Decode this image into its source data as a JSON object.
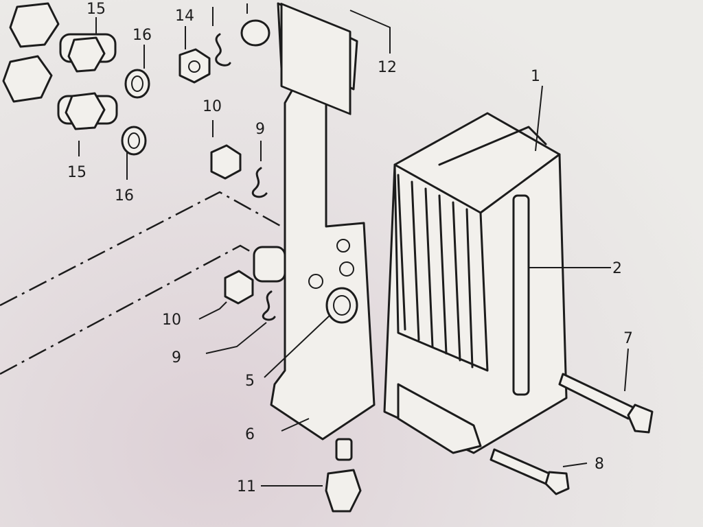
{
  "diagram": {
    "callouts": {
      "c1": "1",
      "c2": "2",
      "c5": "5",
      "c6": "6",
      "c7": "7",
      "c8": "8",
      "c9a": "9",
      "c9b": "9",
      "c10a": "10",
      "c10b": "10",
      "c11": "11",
      "c12": "12",
      "c14": "14",
      "c15a": "15",
      "c15b": "15",
      "c16a": "16",
      "c16b": "16"
    }
  }
}
